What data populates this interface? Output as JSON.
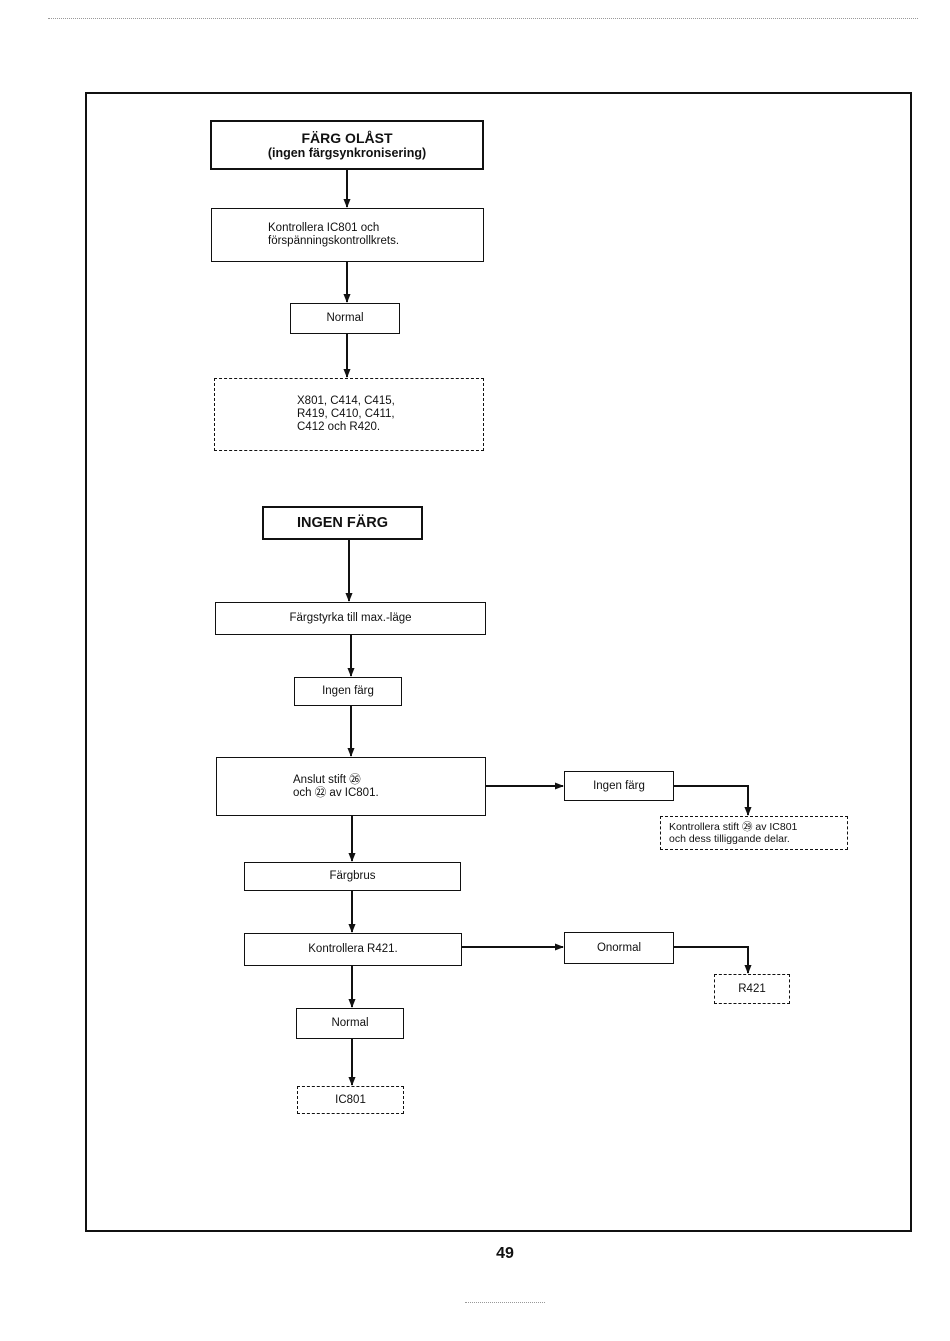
{
  "section1": {
    "title_line1": "FÄRG OLÅST",
    "title_line2": "(ingen färgsynkronisering)",
    "step1": "Kontrollera IC801 och\nförspänningskontrollkrets.",
    "step2": "Normal",
    "step3": "X801, C414, C415,\nR419, C410, C411,\nC412 och R420."
  },
  "section2": {
    "title": "INGEN FÄRG",
    "step1": "Färgstyrka till max.-läge",
    "step2": "Ingen färg",
    "step3": "Anslut stift ㉖\noch ㉒ av IC801.",
    "branch1": "Ingen färg",
    "branch1_result": "Kontrollera stift ㉙ av IC801\noch dess tilliggande delar.",
    "step4": "Färgbrus",
    "step5": "Kontrollera R421.",
    "branch2": "Onormal",
    "branch2_result": "R421",
    "step6": "Normal",
    "step7": "IC801"
  },
  "page_number": "49"
}
